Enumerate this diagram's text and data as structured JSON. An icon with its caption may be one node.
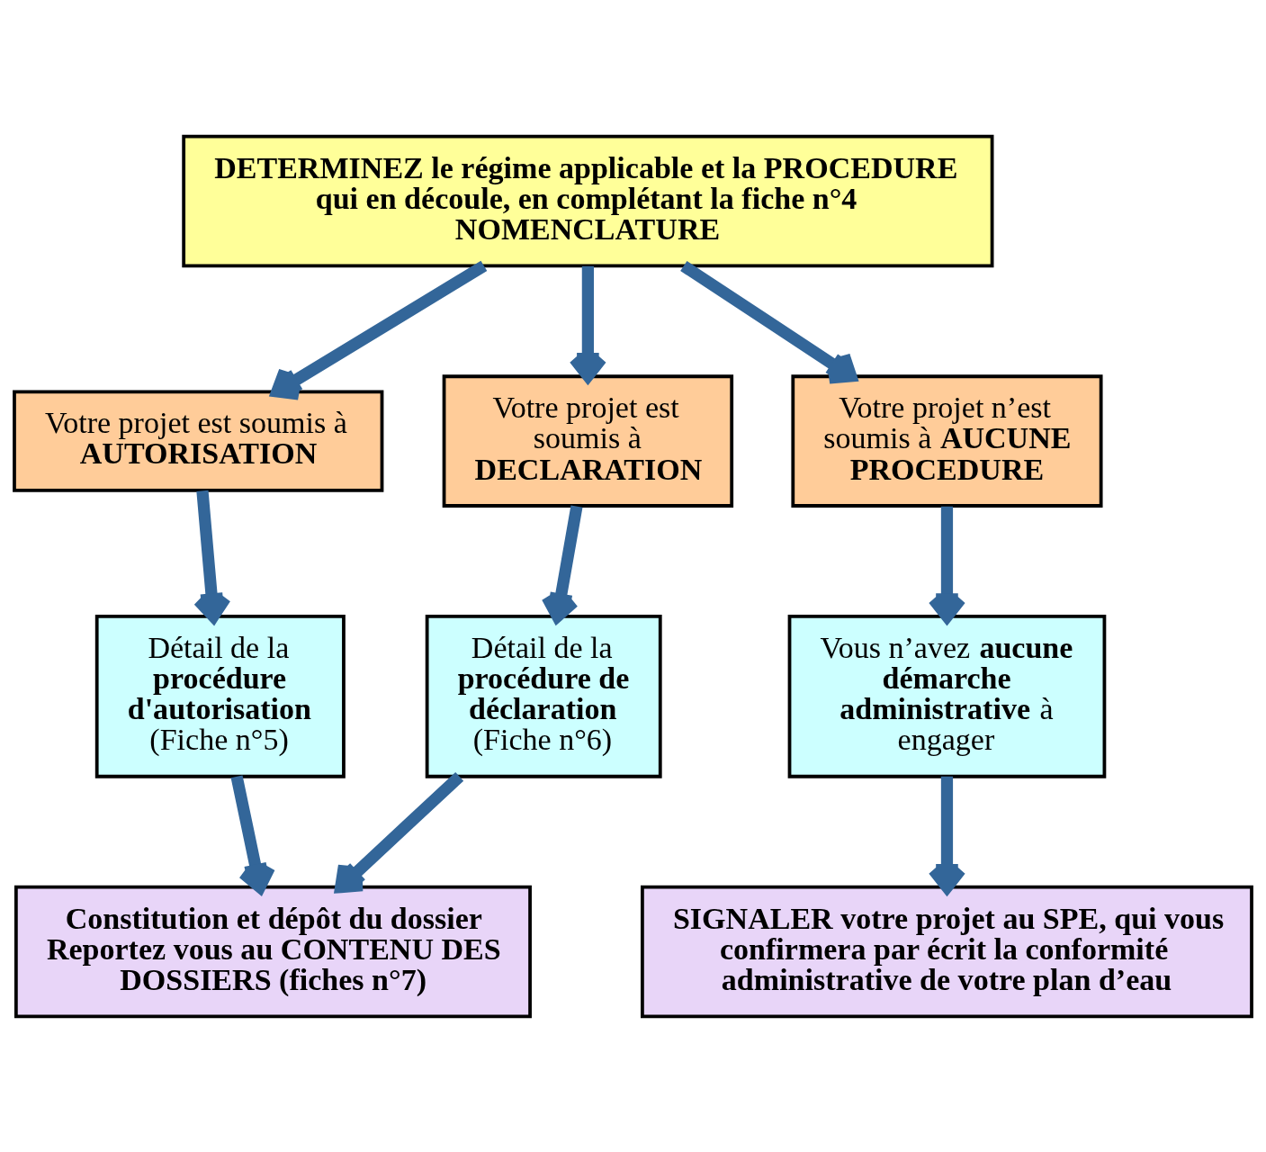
{
  "diagram": {
    "nodes": [
      {
        "text": [
          "DETERMINEZ le régime applicable et la PROCEDURE qui en découle, en complétant la fiche n°4 NOMENCLATURE"
        ]
      },
      {
        "text": [
          "Votre projet est soumis à **AUTORISATION**"
        ]
      },
      {
        "text": [
          "Votre projet est soumis à **DECLARATION**"
        ]
      },
      {
        "text": [
          "Votre projet n’est soumis à **AUCUNE PROCEDURE**"
        ]
      },
      {
        "text": [
          "Détail de la **procédure d'autorisation** (Fiche n°5)"
        ]
      },
      {
        "text": [
          "Détail de la **procédure de déclaration** (Fiche n°6)"
        ]
      },
      {
        "text": [
          "Vous n’avez **aucune démarche administrative** à engager"
        ]
      },
      {
        "text": [
          "Constitution et dépôt du dossier Reportez vous au CONTENU DES DOSSIERS (fiches n°7)"
        ]
      },
      {
        "text": [
          "SIGNALER votre projet au SPE, qui vous confirmera par écrit la conformité administrative de votre plan d’eau"
        ]
      }
    ],
    "edges": [
      {
        "from": 0,
        "to": 1,
        "arrow": "to"
      },
      {
        "from": 0,
        "to": 2,
        "arrow": "to"
      },
      {
        "from": 0,
        "to": 3,
        "arrow": "to"
      },
      {
        "from": 1,
        "to": 4,
        "arrow": "to"
      },
      {
        "from": 2,
        "to": 5,
        "arrow": "to"
      },
      {
        "from": 3,
        "to": 6,
        "arrow": "to"
      },
      {
        "from": 4,
        "to": 7,
        "arrow": "to"
      },
      {
        "from": 5,
        "to": 7,
        "arrow": "to"
      },
      {
        "from": 6,
        "to": 8,
        "arrow": "to"
      }
    ]
  }
}
